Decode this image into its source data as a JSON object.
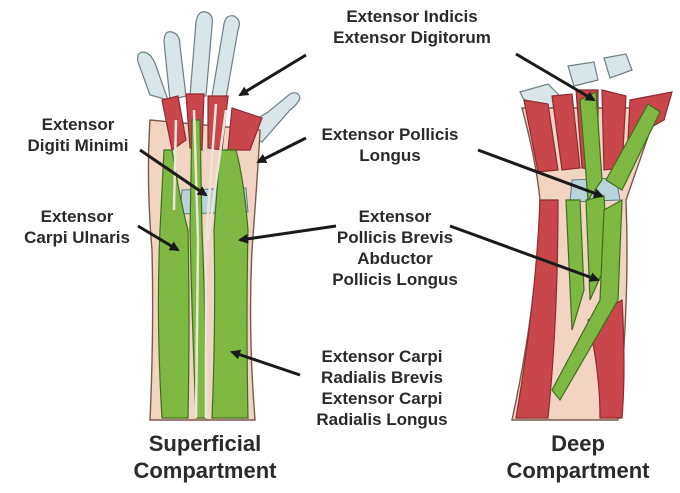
{
  "labels": {
    "indicis_digitorum": [
      "Extensor Indicis",
      "Extensor Digitorum"
    ],
    "digiti_minimi": [
      "Extensor",
      "Digiti Minimi"
    ],
    "pollicis_longus": [
      "Extensor Pollicis",
      "Longus"
    ],
    "carpi_ulnaris": [
      "Extensor",
      "Carpi Ulnaris"
    ],
    "brevis_abductor": [
      "Extensor",
      "Pollicis Brevis",
      "Abductor",
      "Pollicis Longus"
    ],
    "carpi_radialis": [
      "Extensor Carpi",
      "Radialis Brevis",
      "Extensor Carpi",
      "Radialis Longus"
    ]
  },
  "captions": {
    "superficial": [
      "Superficial",
      "Compartment"
    ],
    "deep": [
      "Deep",
      "Compartment"
    ]
  },
  "colors": {
    "muscle_green": "#7fb843",
    "muscle_green_dark": "#4f8a25",
    "muscle_red": "#c9464b",
    "muscle_red_dark": "#8e2a30",
    "skin": "#f2d4c2",
    "bone": "#d8e6ea",
    "tendon": "#ece6d8",
    "arrow": "#1a1a1a"
  }
}
